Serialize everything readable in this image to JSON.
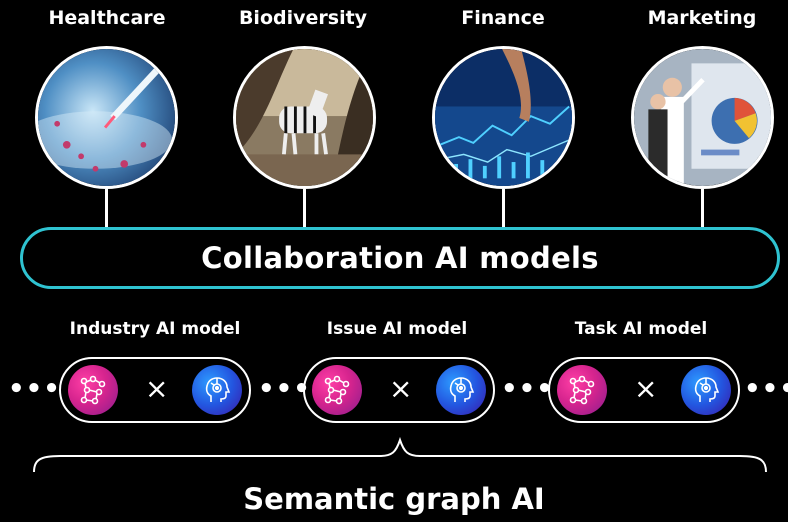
{
  "domains": [
    {
      "label": "Healthcare"
    },
    {
      "label": "Biodiversity"
    },
    {
      "label": "Finance"
    },
    {
      "label": "Marketing"
    }
  ],
  "collaboration": {
    "title": "Collaboration AI models"
  },
  "models": [
    {
      "label": "Industry AI model",
      "operator": "×"
    },
    {
      "label": "Issue AI model",
      "operator": "×"
    },
    {
      "label": "Task AI model",
      "operator": "×"
    }
  ],
  "ellipsis": "•••",
  "footer": {
    "title": "Semantic graph AI"
  },
  "colors": {
    "accent_cyan": "#2fc3d1",
    "graph_icon": "#e0308f",
    "ai_icon": "#2563e8",
    "background": "#000000"
  }
}
